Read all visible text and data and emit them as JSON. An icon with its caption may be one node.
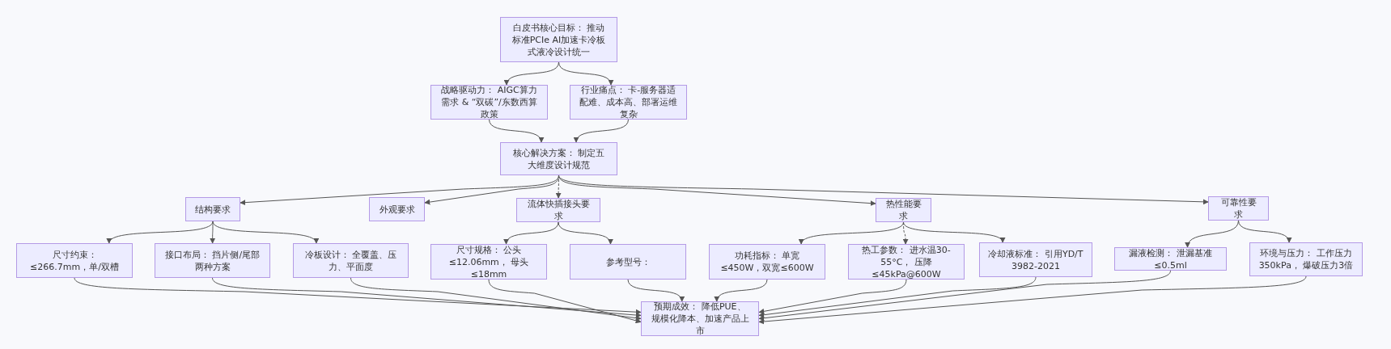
{
  "diagram": {
    "nodes": [
      {
        "text": [
          "白皮书核心目标： 推动标准PCIe AI加速卡冷板式液冷设计统一"
        ]
      },
      {
        "text": [
          "战略驱动力： AIGC算力需求 & “双碳”/东数西算政策"
        ]
      },
      {
        "text": [
          "行业痛点： 卡-服务器适配难、成本高、部署运维复杂"
        ]
      },
      {
        "text": [
          "核心解决方案： 制定五大维度设计规范"
        ]
      },
      {
        "text": [
          "结构要求"
        ]
      },
      {
        "text": [
          "外观要求"
        ]
      },
      {
        "text": [
          "流体快插接头要求"
        ]
      },
      {
        "text": [
          "热性能要求"
        ]
      },
      {
        "text": [
          "可靠性要求"
        ]
      },
      {
        "text": [
          "尺寸约束： ≤266.7mm，单/双槽"
        ]
      },
      {
        "text": [
          "接口布局： 挡片侧/尾部两种方案"
        ]
      },
      {
        "text": [
          "冷板设计： 全覆盖、压力、平面度"
        ]
      },
      {
        "text": [
          "尺寸规格： 公头≤12.06mm， 母头≤18mm"
        ]
      },
      {
        "text": [
          "参考型号："
        ]
      },
      {
        "text": [
          "功耗指标： 单宽≤450W，双宽≤600W"
        ]
      },
      {
        "text": [
          "热工参数： 进水温30-55°C， 压降≤45kPa@600W"
        ]
      },
      {
        "text": [
          "冷却液标准： 引用YD/T 3982-2021"
        ]
      },
      {
        "text": [
          "漏液检测： 泄漏基准≤0.5ml"
        ]
      },
      {
        "text": [
          "环境与压力： 工作压力350kPa， 爆破压力3倍"
        ]
      },
      {
        "text": [
          "预期成效： 降低PUE、规模化降本、加速产品上市"
        ]
      }
    ],
    "edges": [
      {
        "from": 0,
        "to": 1,
        "arrow": "to"
      },
      {
        "from": 0,
        "to": 2,
        "arrow": "to"
      },
      {
        "from": 1,
        "to": 3,
        "arrow": "to"
      },
      {
        "from": 2,
        "to": 3,
        "arrow": "to"
      },
      {
        "from": 3,
        "to": 4,
        "arrow": "to"
      },
      {
        "from": 3,
        "to": 5,
        "arrow": "to"
      },
      {
        "from": 3,
        "to": 6,
        "arrow": "to",
        "style": "dashed"
      },
      {
        "from": 3,
        "to": 7,
        "arrow": "to"
      },
      {
        "from": 3,
        "to": 8,
        "arrow": "to"
      },
      {
        "from": 4,
        "to": 9,
        "arrow": "to"
      },
      {
        "from": 4,
        "to": 10,
        "arrow": "to"
      },
      {
        "from": 4,
        "to": 11,
        "arrow": "to"
      },
      {
        "from": 6,
        "to": 12,
        "arrow": "to"
      },
      {
        "from": 6,
        "to": 13,
        "arrow": "to"
      },
      {
        "from": 7,
        "to": 14,
        "arrow": "to"
      },
      {
        "from": 7,
        "to": 15,
        "arrow": "to",
        "style": "dashed"
      },
      {
        "from": 7,
        "to": 16,
        "arrow": "to"
      },
      {
        "from": 8,
        "to": 17,
        "arrow": "to"
      },
      {
        "from": 8,
        "to": 18,
        "arrow": "to"
      },
      {
        "from": 9,
        "to": 19,
        "arrow": "to"
      },
      {
        "from": 10,
        "to": 19,
        "arrow": "to"
      },
      {
        "from": 11,
        "to": 19,
        "arrow": "to"
      },
      {
        "from": 12,
        "to": 19,
        "arrow": "to"
      },
      {
        "from": 13,
        "to": 19,
        "arrow": "to"
      },
      {
        "from": 14,
        "to": 19,
        "arrow": "to"
      },
      {
        "from": 15,
        "to": 19,
        "arrow": "to"
      },
      {
        "from": 16,
        "to": 19,
        "arrow": "to"
      },
      {
        "from": 17,
        "to": 19,
        "arrow": "to"
      },
      {
        "from": 18,
        "to": 19,
        "arrow": "to"
      }
    ]
  }
}
